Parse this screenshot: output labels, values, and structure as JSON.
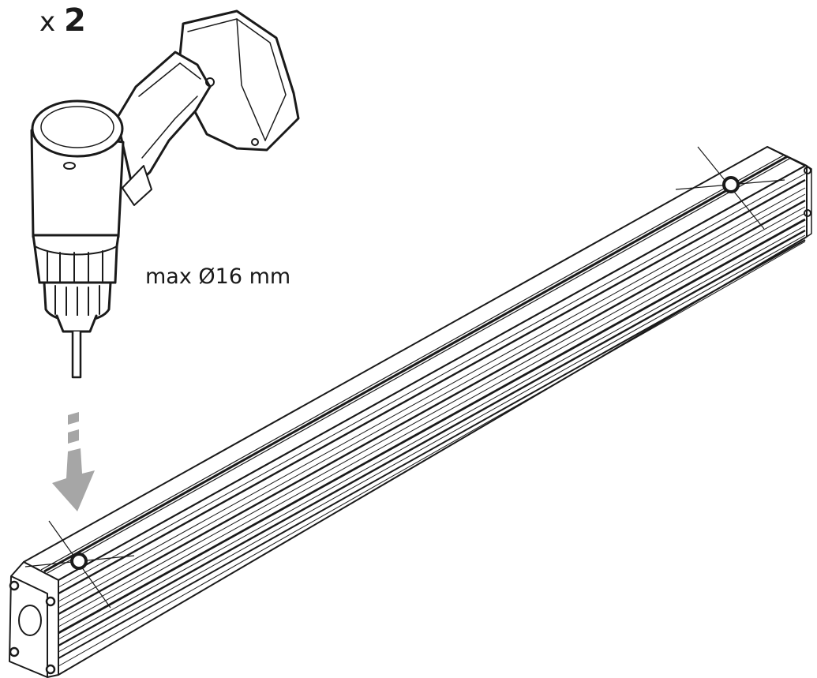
{
  "quantity": {
    "prefix": "x",
    "number": "2"
  },
  "drill_note": "max Ø16 mm",
  "colors": {
    "line": "#1a1a1a",
    "arrow_fill": "#a6a6a6",
    "background": "#ffffff"
  },
  "icons": [
    "drill-icon",
    "down-arrow-icon",
    "drill-hole-marker-icon"
  ]
}
